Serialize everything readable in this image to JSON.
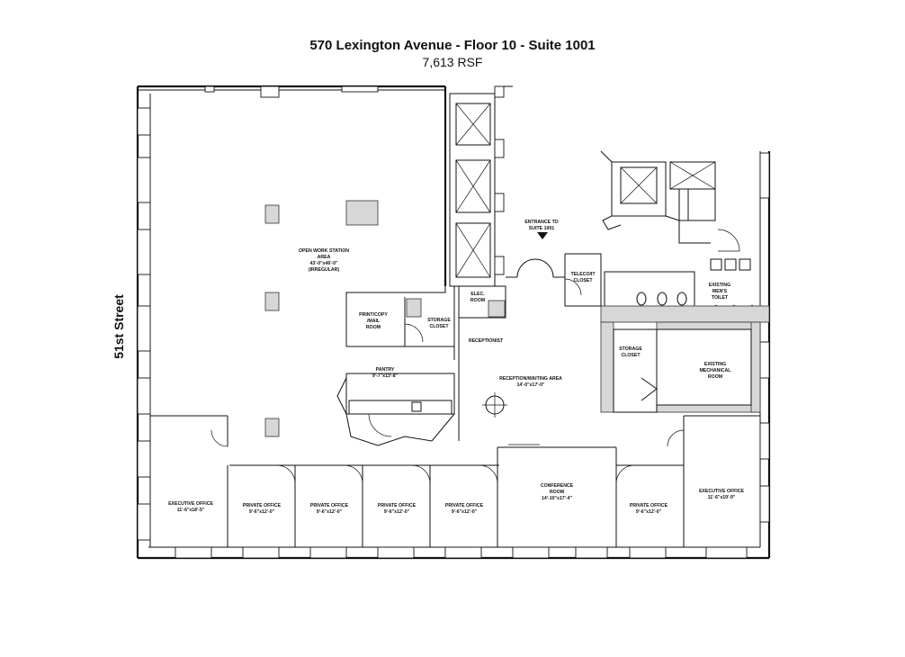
{
  "header": {
    "title": "570 Lexington Avenue - Floor 10 - Suite 1001",
    "subtitle": "7,613 RSF"
  },
  "street_label": "51st Street",
  "rooms": {
    "open_work": {
      "name": "OPEN WORK STATION",
      "line2": "AREA",
      "dims": "43'-0\"x46'-0\"",
      "note": "(IRREGULAR)"
    },
    "print_copy": {
      "name": "PRINT/COPY",
      "line2": "/MAIL",
      "line3": "ROOM"
    },
    "storage_closet_1": {
      "name": "STORAGE",
      "line2": "CLOSET"
    },
    "elec_room": {
      "name": "ELEC.",
      "line2": "ROOM"
    },
    "entrance": {
      "name": "ENTRANCE TO",
      "line2": "SUITE 1001"
    },
    "teleco": {
      "name": "TELECO/IT",
      "line2": "CLOSET"
    },
    "mens_toilet": {
      "name": "EXISTING",
      "line2": "MEN'S",
      "line3": "TOILET"
    },
    "receptionist": {
      "name": "RECEPTIONIST"
    },
    "reception": {
      "name": "RECEPTION/WAITING AREA",
      "dims": "14'-0\"x17'-0\""
    },
    "pantry": {
      "name": "PANTRY",
      "dims": "9'-7\"x13'-8\""
    },
    "storage_closet_2": {
      "name": "STORAGE",
      "line2": "CLOSET"
    },
    "mechanical": {
      "name": "EXISTING",
      "line2": "MECHANICAL",
      "line3": "ROOM"
    },
    "exec_office_1": {
      "name": "EXECUTIVE OFFICE",
      "dims": "11'-6\"x18'-5\""
    },
    "private_office_1": {
      "name": "PRIVATE OFFICE",
      "dims": "9'-6\"x12'-0\""
    },
    "private_office_2": {
      "name": "PRIVATE OFFICE",
      "dims": "9'-6\"x12'-0\""
    },
    "private_office_3": {
      "name": "PRIVATE OFFICE",
      "dims": "9'-6\"x12'-0\""
    },
    "private_office_4": {
      "name": "PRIVATE OFFICE",
      "dims": "9'-6\"x12'-0\""
    },
    "conference": {
      "name": "CONFERENCE",
      "line2": "ROOM",
      "dims": "14'-10\"x17'-4\""
    },
    "private_office_5": {
      "name": "PRIVATE OFFICE",
      "dims": "9'-6\"x12'-0\""
    },
    "exec_office_2": {
      "name": "EXECUTIVE OFFICE",
      "dims": "11'-6\"x19'-9\""
    }
  }
}
